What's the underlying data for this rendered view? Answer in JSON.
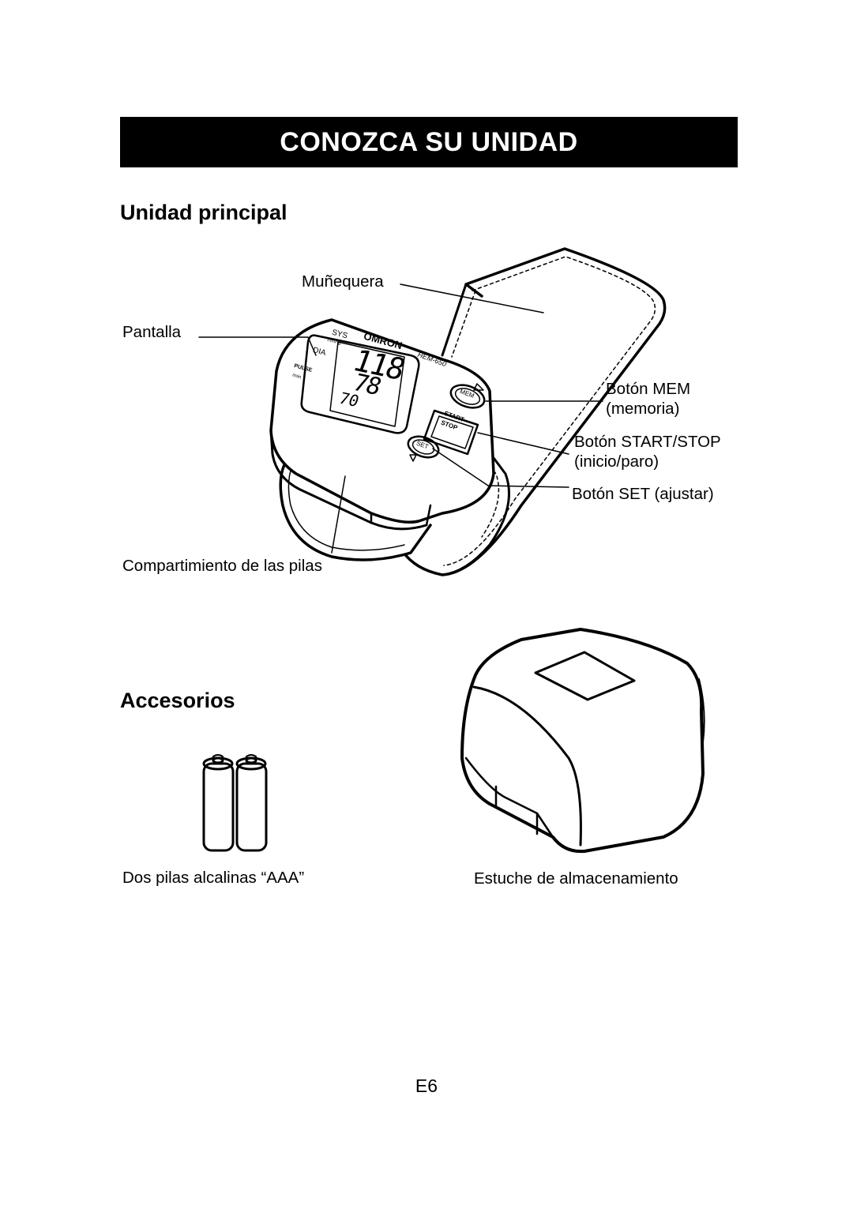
{
  "banner": {
    "title": "CONOZCA SU UNIDAD"
  },
  "main_unit": {
    "heading": "Unidad principal",
    "labels": {
      "wristband": "Muñequera",
      "display": "Pantalla",
      "mem_button": "Botón MEM",
      "mem_button_sub": "(memoria)",
      "start_stop_button": "Botón START/STOP",
      "start_stop_button_sub": "(inicio/paro)",
      "set_button": "Botón SET (ajustar)",
      "battery_compartment": "Compartimiento de las pilas"
    },
    "device_text": {
      "brand": "OMRON",
      "model": "HEM-650",
      "sys": "SYS",
      "dia": "DIA",
      "pulse": "PULSE",
      "unit_mmhg": "mmHg",
      "unit_min": "/min",
      "reading_sys": "118",
      "reading_dia": "78",
      "reading_pulse": "70",
      "mem": "MEM",
      "start": "START",
      "stop": "STOP",
      "set": "SET"
    }
  },
  "accessories": {
    "heading": "Accesorios",
    "batteries_label": "Dos pilas alcalinas “AAA”",
    "case_label": "Estuche de almacenamiento"
  },
  "page": {
    "number": "E6"
  }
}
